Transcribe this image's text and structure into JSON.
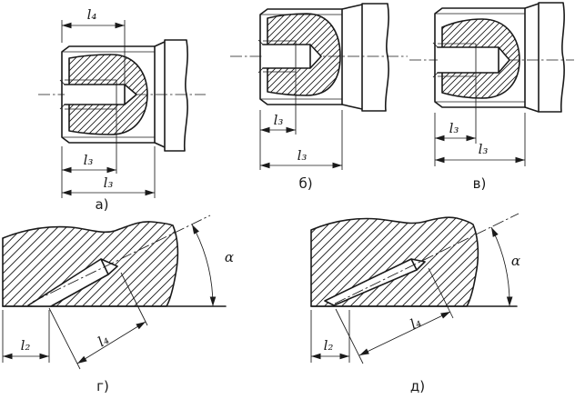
{
  "colors": {
    "ink": "#1a1a1a",
    "paper": "#ffffff"
  },
  "panels": [
    {
      "label": "а)",
      "dims": {
        "depth_top": "l₄",
        "thread": "l₃",
        "full": "l₃"
      }
    },
    {
      "label": "б)",
      "dims": {
        "thread": "l₃",
        "full": "l₃"
      }
    },
    {
      "label": "в)",
      "dims": {
        "thread": "l₃",
        "full": "l₃"
      }
    },
    {
      "label": "г)",
      "dims": {
        "offset": "l₂",
        "depth": "l₄",
        "angle": "α"
      }
    },
    {
      "label": "д)",
      "dims": {
        "offset": "l₂",
        "depth": "l₄",
        "angle": "α"
      }
    }
  ]
}
